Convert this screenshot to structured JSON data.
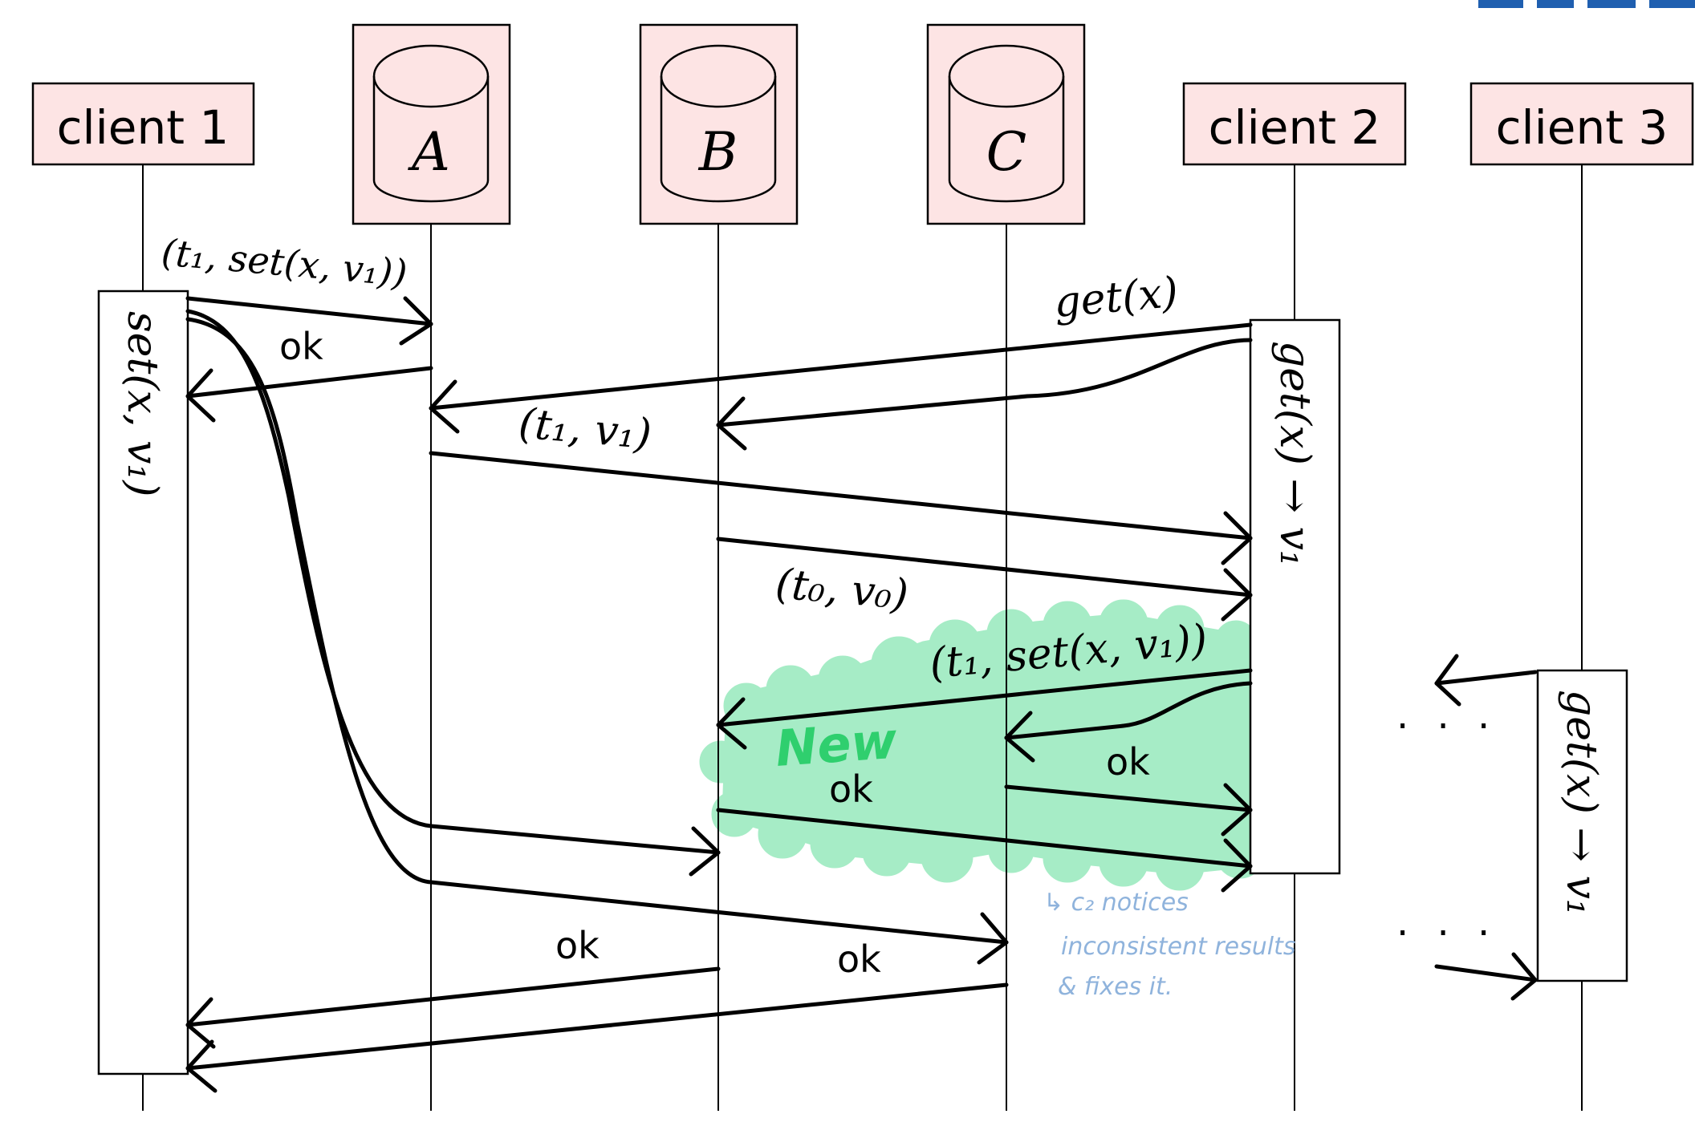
{
  "participants": {
    "client1": "client 1",
    "A": "A",
    "B": "B",
    "C": "C",
    "client2": "client 2",
    "client3": "client 3"
  },
  "activations": {
    "client1": "set(x, v₁)",
    "client2": "get(x) → v₁",
    "client3": "get(x) → v₁"
  },
  "messages": {
    "set_request": "(t₁, set(x, v₁))",
    "ok_a": "ok",
    "get_request": "get(x)",
    "resp_a": "(t₁, v₁)",
    "resp_b": "(t₀, v₀)",
    "repair": "(t₁, set(x, v₁))",
    "ok_repair_b": "ok",
    "ok_repair_c": "ok",
    "ok_b": "ok",
    "ok_c": "ok"
  },
  "annotations": {
    "new_label": "New",
    "note_lines": [
      "↳ c₂ notices",
      "inconsistent results",
      "& fixes it."
    ],
    "ellipsis": "· · ·"
  },
  "colors": {
    "participant_fill": "#fde4e4",
    "highlight": "#a6ecc6",
    "new_label": "#2fcf6e",
    "note": "#8fb3dc",
    "logo": "#1f5fb0"
  }
}
